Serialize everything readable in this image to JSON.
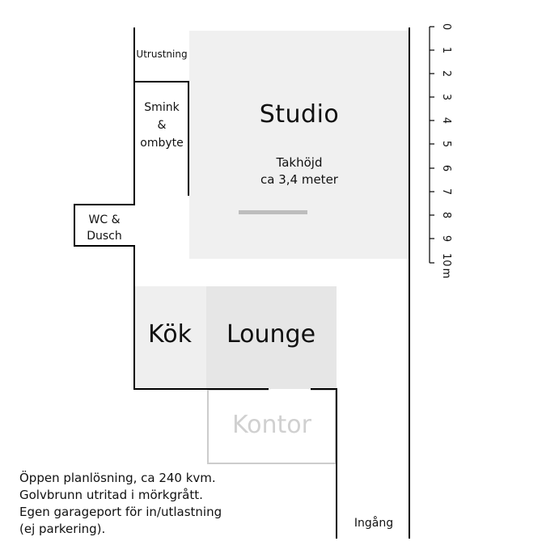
{
  "rooms": {
    "studio": "Studio",
    "takhojd_line1": "Takhöjd",
    "takhojd_line2": "ca 3,4 meter",
    "utrustning": "Utrustning",
    "smink_line1": "Smink",
    "smink_line2": "&",
    "smink_line3": "ombyte",
    "wc_line1": "WC &",
    "wc_line2": "Dusch",
    "kok": "Kök",
    "lounge": "Lounge",
    "kontor": "Kontor",
    "ingang": "Ingång"
  },
  "description": {
    "line1": "Öppen planlösning, ca 240 kvm.",
    "line2": "Golvbrunn utritad i mörkgrått.",
    "line3": "Egen garageport för in/utlastning",
    "line4": "(ej parkering)."
  },
  "scale": {
    "ticks": [
      "0",
      "1",
      "2",
      "3",
      "4",
      "5",
      "6",
      "7",
      "8",
      "9",
      "10"
    ],
    "unit": "m"
  },
  "colors": {
    "studio_fill": "#f0f0f0",
    "kok_fill": "#efefef",
    "lounge_fill": "#e6e6e6",
    "kontor_outline": "#cccccc",
    "drain": "#bdbdbd",
    "wall": "#000000"
  }
}
